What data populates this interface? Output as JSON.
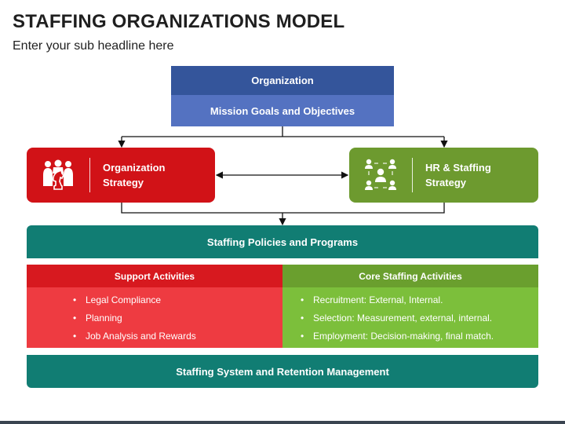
{
  "title": "STAFFING ORGANIZATIONS MODEL",
  "subtitle": "Enter your sub headline here",
  "top": {
    "organization": "Organization",
    "mission": "Mission Goals and Objectives"
  },
  "strategies": {
    "left": {
      "label": "Organization\nStrategy",
      "icon": "chess-team-icon",
      "color": "#d11217"
    },
    "right": {
      "label": "HR & Staffing\nStrategy",
      "icon": "people-network-icon",
      "color": "#6d9a2f"
    }
  },
  "policies": "Staffing Policies and Programs",
  "support": {
    "heading": "Support Activities",
    "items": [
      "Legal Compliance",
      "Planning",
      "Job Analysis and Rewards"
    ]
  },
  "core": {
    "heading": "Core Staffing Activities",
    "items": [
      "Recruitment: External, Internal.",
      "Selection: Measurement, external, internal.",
      "Employment: Decision-making, final match."
    ]
  },
  "retention": "Staffing System and Retention Management",
  "bullet": "•",
  "colors": {
    "navy": "#34559b",
    "blue": "#5472c1",
    "teal": "#117d73",
    "red": "#d11217",
    "light_red": "#ee3b41",
    "green": "#6d9a2f",
    "light_green": "#7cbf3b"
  }
}
